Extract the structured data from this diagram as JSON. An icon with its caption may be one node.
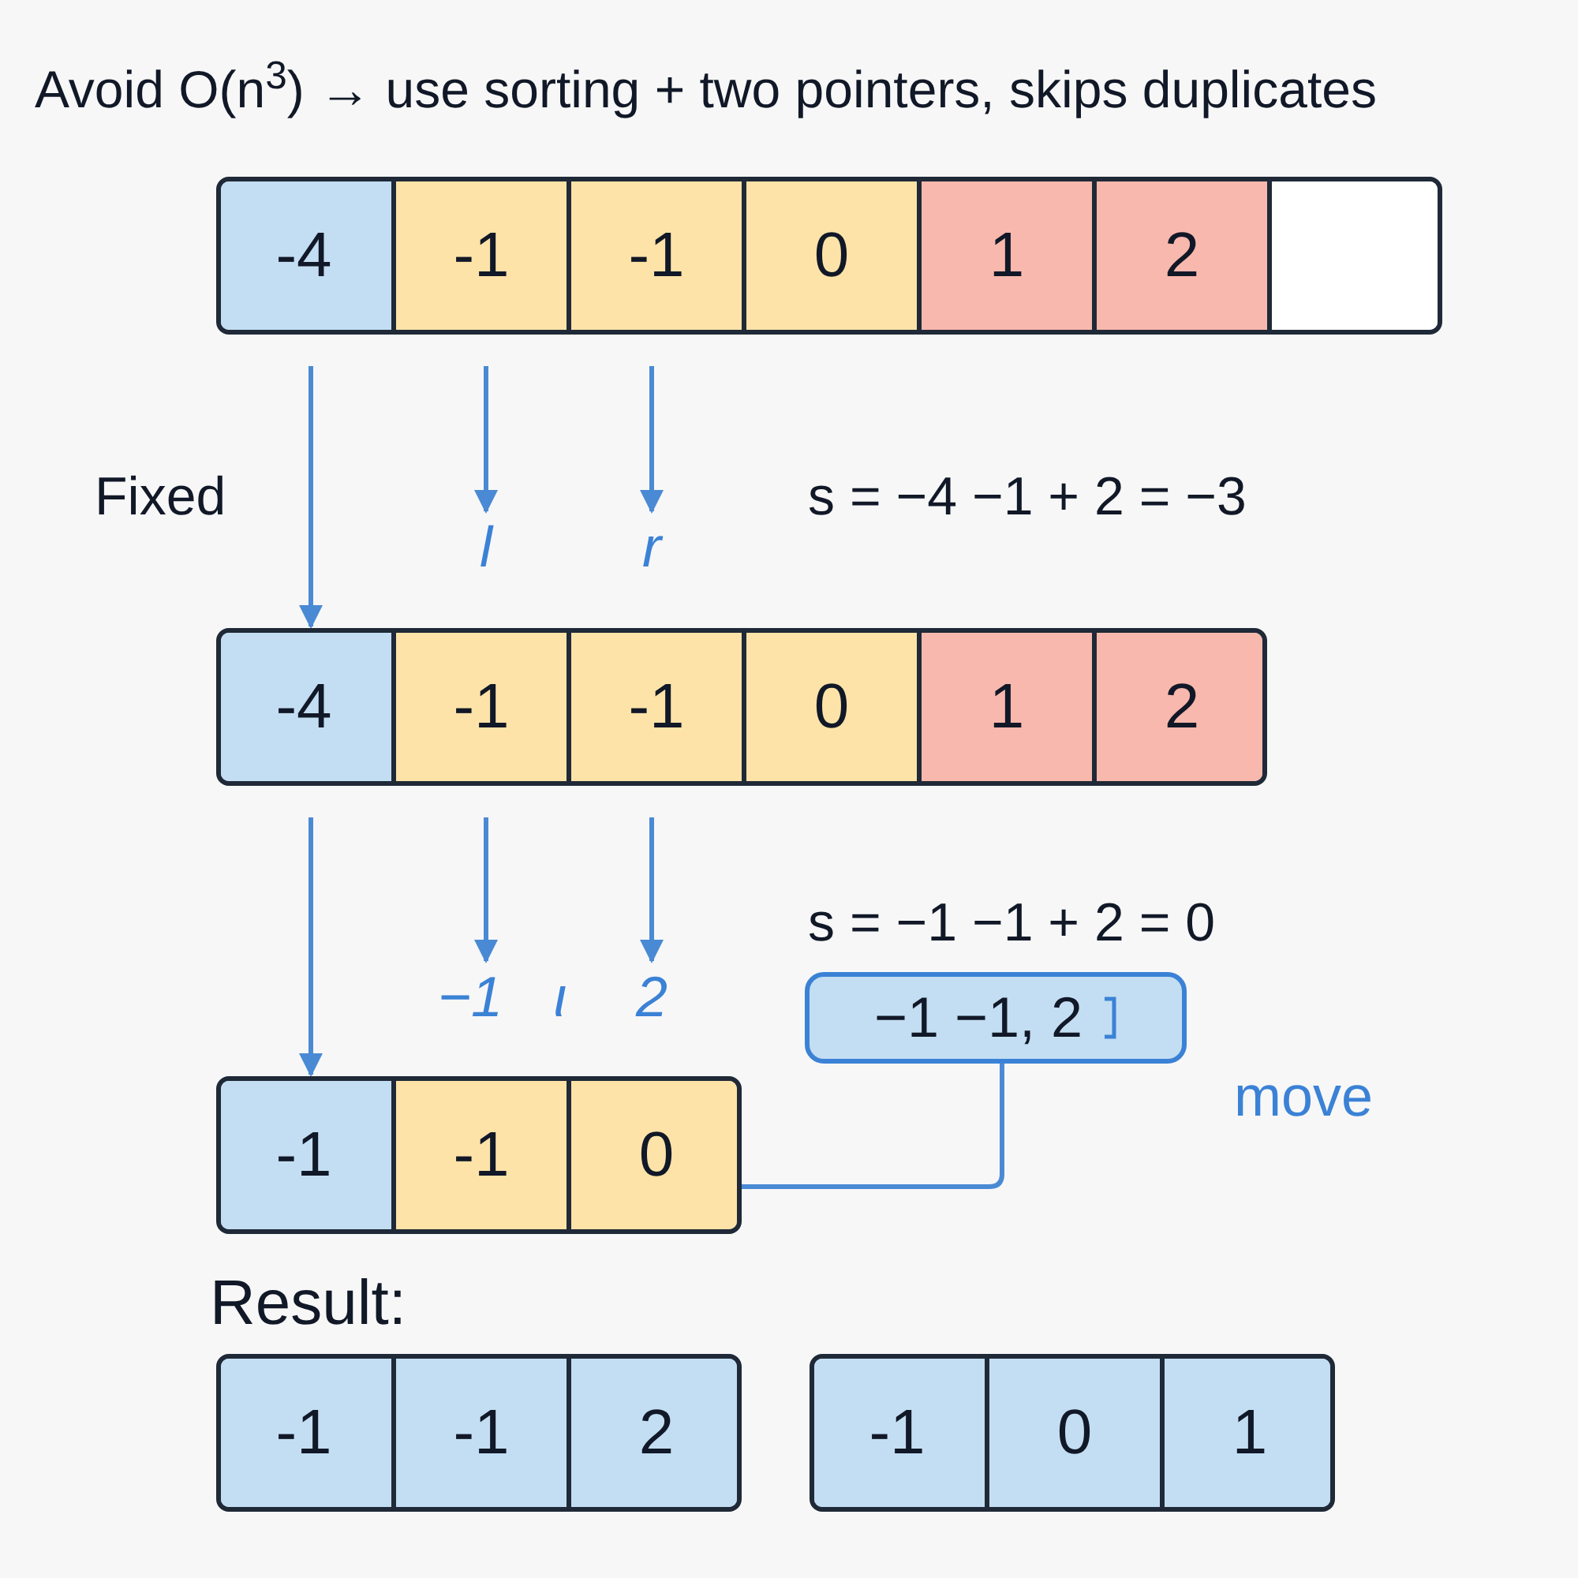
{
  "diagram": {
    "title": "Avoid O(n$^{3}$) → use sorting + two pointers, skips duplicates",
    "nodes": [
      {
        "text": [],
        "shape": "box"
      },
      {
        "text": [
          "-4"
        ],
        "in": 0
      },
      {
        "text": [
          "-1"
        ],
        "in": 0
      },
      {
        "text": [
          "-1"
        ],
        "in": 0
      },
      {
        "text": [
          "0"
        ],
        "in": 0
      },
      {
        "text": [
          "1"
        ],
        "in": 0
      },
      {
        "text": [
          "2"
        ],
        "in": 0
      },
      {
        "text": [],
        "shape": "box",
        "in": 0
      },
      {
        "text": [
          "l"
        ]
      },
      {
        "text": [
          "r"
        ]
      },
      {
        "text": [],
        "shape": "box"
      },
      {
        "text": [
          "-4"
        ],
        "in": 10
      },
      {
        "text": [
          "-1"
        ],
        "in": 10
      },
      {
        "text": [
          "-1"
        ],
        "in": 10
      },
      {
        "text": [
          "0"
        ],
        "in": 10
      },
      {
        "text": [
          "1"
        ],
        "in": 10
      },
      {
        "text": [
          "2"
        ],
        "in": 10
      },
      {
        "text": [
          "−1"
        ]
      },
      {
        "text": [
          "ι"
        ]
      },
      {
        "text": [
          "2"
        ]
      },
      {
        "text": [
          "−1 −1, 2"
        ]
      },
      {
        "text": [],
        "shape": "box"
      },
      {
        "text": [
          "-1"
        ],
        "in": 21
      },
      {
        "text": [
          "-1"
        ],
        "in": 21
      },
      {
        "text": [
          "0"
        ],
        "in": 21
      },
      {
        "text": [],
        "shape": "box"
      },
      {
        "text": [
          "-1"
        ],
        "in": 25
      },
      {
        "text": [
          "-1"
        ],
        "in": 25
      },
      {
        "text": [
          "2"
        ],
        "in": 25
      },
      {
        "text": [],
        "shape": "box"
      },
      {
        "text": [
          "-1"
        ],
        "in": 29
      },
      {
        "text": [
          "0"
        ],
        "in": 29
      },
      {
        "text": [
          "1"
        ],
        "in": 29
      }
    ],
    "edges": [
      {
        "from": null,
        "to": 8,
        "arrow": "to"
      },
      {
        "from": null,
        "to": 9,
        "arrow": "to"
      },
      {
        "from": null,
        "to": 11,
        "arrow": "to"
      },
      {
        "from": null,
        "to": 17,
        "arrow": "to"
      },
      {
        "from": null,
        "to": 19,
        "arrow": "to"
      },
      {
        "from": null,
        "to": 22,
        "arrow": "to"
      },
      {
        "from": 21,
        "to": 20,
        "arrow": "none"
      }
    ],
    "labels": [
      "Fixed",
      "s = −4 −1 + 2 = −3",
      "s = −1 −1 + 2 = 0",
      "move",
      "Result:"
    ]
  }
}
